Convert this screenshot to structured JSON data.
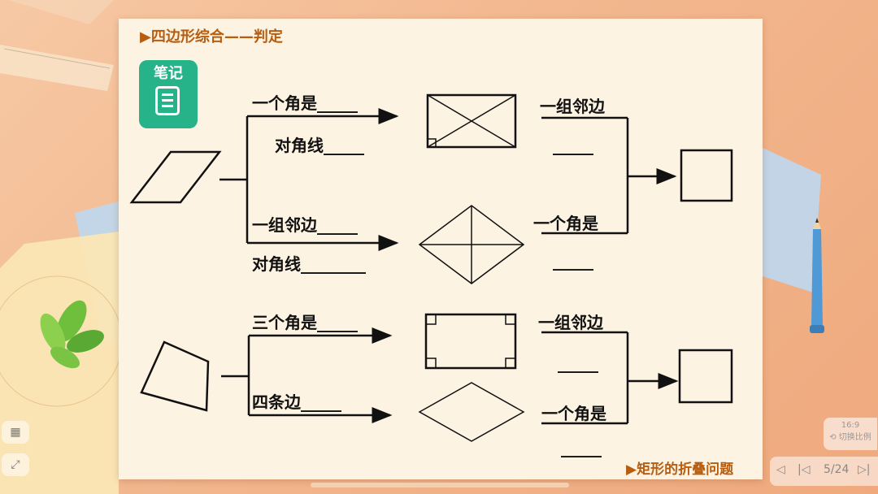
{
  "slide": {
    "section_title": "▶四边形综合——判定",
    "link_text": "▶矩形的折叠问题",
    "notes_icon_label": "笔记"
  },
  "branches": {
    "top_upper": "一个角是_____",
    "top_diag": "对角线_____",
    "top_lower": "一组邻边_____",
    "top_lower_diag": "对角线________",
    "rect_right_label": "一组邻边",
    "rect_right_blank": "_____",
    "rhombus_right_label": "一个角是",
    "rhombus_right_blank": "_____",
    "bottom_upper": "三个角是_____",
    "bottom_lower": "四条边_____",
    "rect2_right_label": "一组邻边",
    "rect2_right_blank": "_____",
    "rhombus2_right_label": "一个角是",
    "rhombus2_right_blank": "_____"
  },
  "controls": {
    "ratio_top": "16:9",
    "ratio_bottom": "⟲ 切换比例",
    "page": "5/24",
    "prev": "◁",
    "first": "|◁",
    "next": "▷|",
    "grid_icon": "▦",
    "expand_icon": "⤢"
  },
  "colors": {
    "title_accent": "#b75d10",
    "notes_green": "#26b389",
    "slide_bg": "#fdf3e2"
  }
}
